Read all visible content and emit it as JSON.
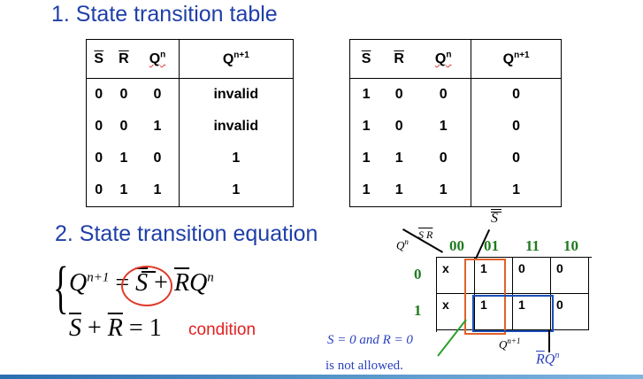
{
  "section1": {
    "title": "1. State transition table"
  },
  "section2": {
    "title": "2. State transition equation"
  },
  "table_left": {
    "headers": {
      "s": "S",
      "r": "R",
      "q": "Q",
      "q_sup": "n",
      "qn1": "Q",
      "qn1_sup": "n+1"
    },
    "rows": [
      [
        "0",
        "0",
        "0",
        "invalid"
      ],
      [
        "0",
        "0",
        "1",
        "invalid"
      ],
      [
        "0",
        "1",
        "0",
        "1"
      ],
      [
        "0",
        "1",
        "1",
        "1"
      ]
    ]
  },
  "table_right": {
    "headers": {
      "s": "S",
      "r": "R",
      "q": "Q",
      "q_sup": "n",
      "qn1": "Q",
      "qn1_sup": "n+1"
    },
    "rows": [
      [
        "1",
        "0",
        "0",
        "0"
      ],
      [
        "1",
        "0",
        "1",
        "0"
      ],
      [
        "1",
        "1",
        "0",
        "0"
      ],
      [
        "1",
        "1",
        "1",
        "1"
      ]
    ]
  },
  "equation": {
    "q": "Q",
    "q_sup": "n+1",
    "eq": "=",
    "s": "S",
    "plus": "+",
    "r": "R",
    "qn": "Q",
    "qn_sup": "n",
    "line2_s": "S",
    "line2_plus": "+",
    "line2_r": "R",
    "line2_eq": "=",
    "line2_one": "1",
    "condition": "condition"
  },
  "kmap": {
    "corner_top": "S R",
    "corner_left": "Q",
    "corner_left_sup": "n",
    "top_s": "S",
    "columns": [
      "00",
      "01",
      "11",
      "10"
    ],
    "rows_labels": [
      "0",
      "1"
    ],
    "cells": [
      [
        "x",
        "1",
        "0",
        "0"
      ],
      [
        "x",
        "1",
        "1",
        "0"
      ]
    ],
    "note_line1": "S = 0 and R = 0",
    "note_line2": "is not allowed.",
    "qn1_label": "Q",
    "qn1_sup": "n+1",
    "rq_r": "R",
    "rq_q": "Q",
    "rq_sup": "n",
    "colors": {
      "red_box": "#e0622a",
      "blue_box": "#1c4fb8",
      "arrow": "#2aa02a"
    }
  }
}
